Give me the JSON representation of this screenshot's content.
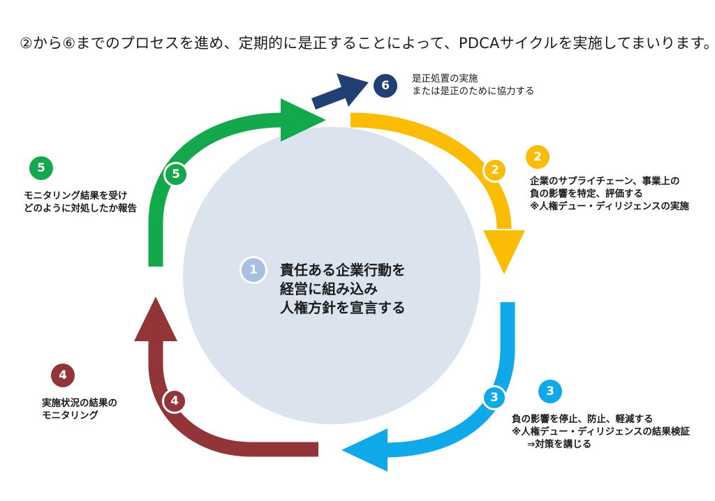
{
  "heading": "②から⑥までのプロセスを進め、定期的に是正することによって、PDCAサイクルを実施してまいります。",
  "center": {
    "badge": "1",
    "lines": [
      "責任ある企業行動を",
      "経営に組み込み",
      "人権方針を宣言する"
    ]
  },
  "steps": [
    {
      "number": "2",
      "color": "#fbbc06",
      "lines": [
        "企業のサプライチェーン、事業上の",
        "負の影響を特定、評価する",
        "※人権デュー・ディリジェンスの実施"
      ]
    },
    {
      "number": "3",
      "color": "#0fa9ea",
      "lines": [
        "負の影響を停止、防止、軽減する",
        "※人権デュー・ディリジェンスの結果検証",
        "⇒対策を講じる"
      ]
    },
    {
      "number": "4",
      "color": "#923538",
      "lines": [
        "実施状況の結果の",
        "モニタリング"
      ]
    },
    {
      "number": "5",
      "color": "#12a84b",
      "lines": [
        "モニタリング結果を受け",
        "どのように対処したか報告"
      ]
    },
    {
      "number": "6",
      "color": "#213f72",
      "lines": [
        "是正処置の実施",
        "または是正のために協力する"
      ]
    }
  ],
  "colors": {
    "center_circle": "#dbe3ef",
    "center_badge": "#a9bee3"
  }
}
